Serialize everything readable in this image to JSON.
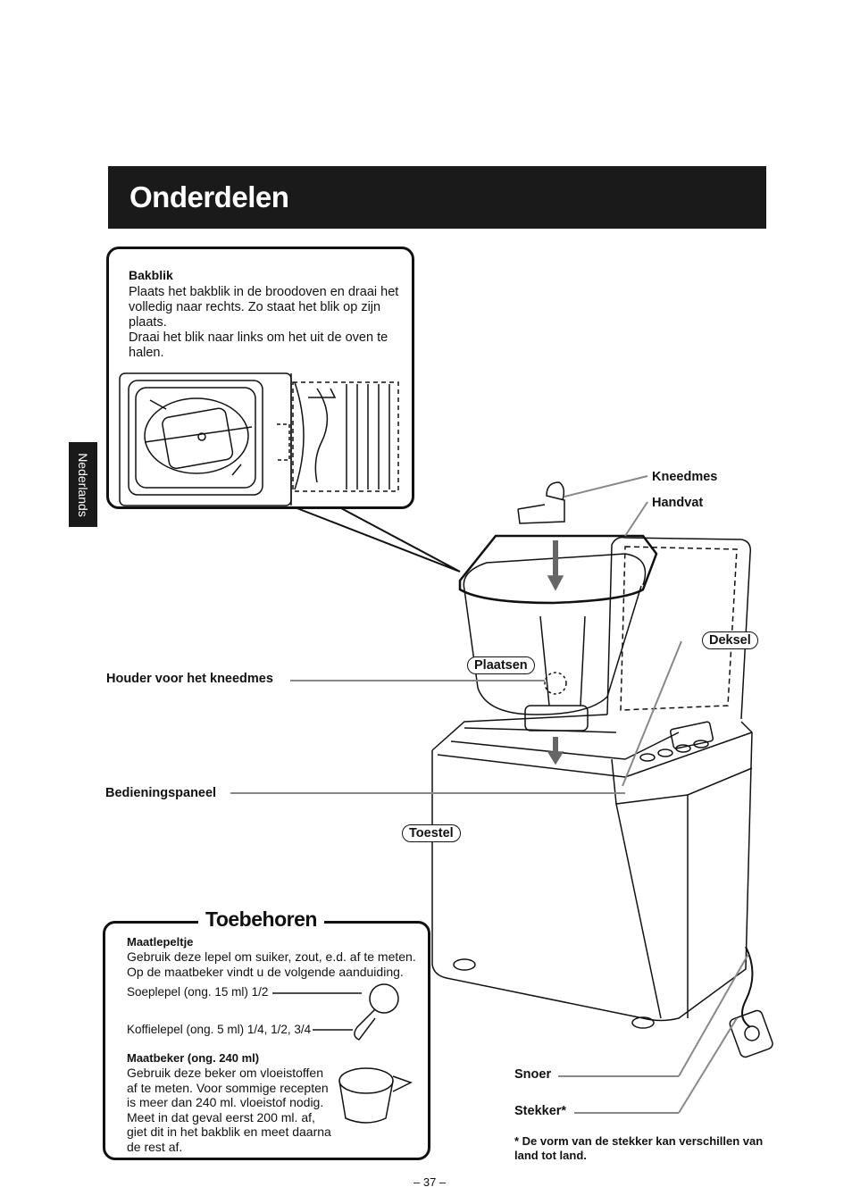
{
  "page": {
    "title": "Onderdelen",
    "language_tab": "Nederlands",
    "page_number": "– 37 –"
  },
  "bakblik": {
    "title": "Bakblik",
    "paragraph1": "Plaats het bakblik in de broodoven en draai het volledig naar rechts. Zo staat het blik op zijn plaats.",
    "paragraph2": "Draai het blik naar links om het uit de oven te halen."
  },
  "labels": {
    "kneedmes": "Kneedmes",
    "handvat": "Handvat",
    "deksel": "Deksel",
    "plaatsen": "Plaatsen",
    "houder": "Houder voor het kneedmes",
    "bedieningspaneel": "Bedieningspaneel",
    "toestel": "Toestel",
    "snoer": "Snoer",
    "stekker": "Stekker*"
  },
  "toebehoren": {
    "heading": "Toebehoren",
    "maatlepeltje": {
      "title": "Maatlepeltje",
      "line1": "Gebruik deze lepel om suiker, zout, e.d. af te meten.",
      "line2": "Op de maatbeker vindt u de volgende aanduiding.",
      "soeplepel": "Soeplepel (ong. 15 ml) 1/2",
      "koffielepel": "Koffielepel (ong. 5 ml) 1/4, 1/2, 3/4"
    },
    "maatbeker": {
      "title": "Maatbeker (ong. 240 ml)",
      "text": "Gebruik deze beker om vloeistoffen af te meten. Voor sommige recepten is meer dan 240 ml. vloeistof nodig. Meet in dat geval eerst 200 ml. af, giet dit in het bakblik en meet daarna de rest af."
    }
  },
  "footnote": "* De vorm van de stekker kan verschillen van land tot land."
}
